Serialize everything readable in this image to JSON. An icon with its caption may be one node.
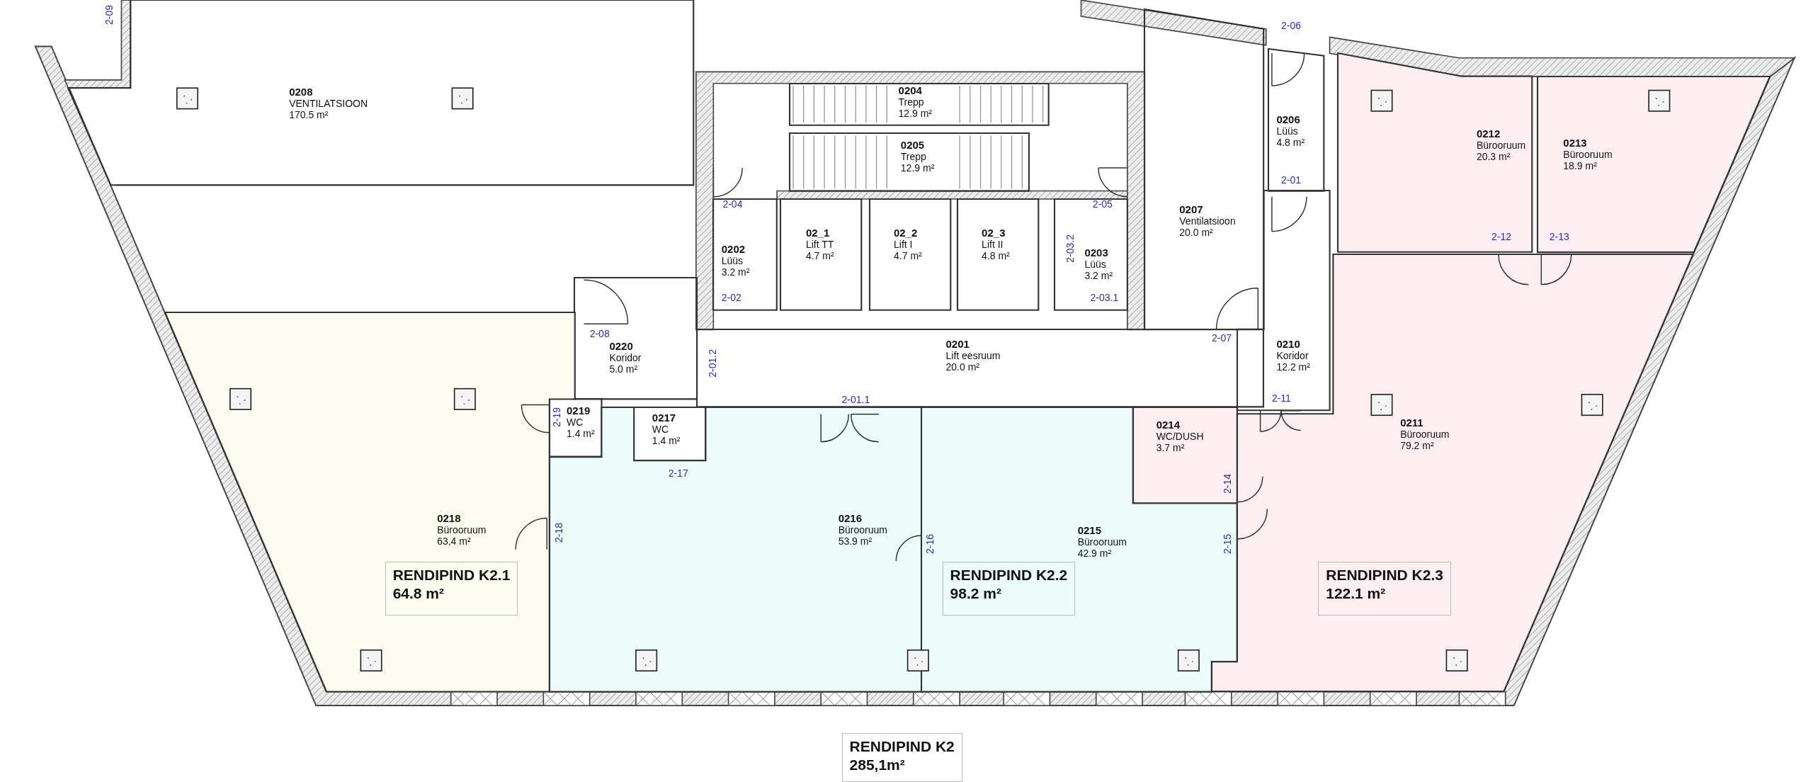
{
  "diagram": {
    "nodes": [
      {
        "text": [
          "0208",
          "VENTILATSIOON",
          "170.5 m²"
        ]
      },
      {
        "text": [
          "0204",
          "Trepp",
          "12.9 m²"
        ]
      },
      {
        "text": [
          "0205",
          "Trepp",
          "12.9 m²"
        ]
      },
      {
        "text": [
          "0206",
          "Lüüs",
          "4.8 m²"
        ]
      },
      {
        "text": [
          "0212",
          "Bürooruum",
          "20.3 m²"
        ]
      },
      {
        "text": [
          "0213",
          "Bürooruum",
          "18.9 m²"
        ]
      },
      {
        "text": [
          "0202",
          "Lüüs",
          "3.2 m²"
        ]
      },
      {
        "text": [
          "02_1",
          "Lift TT",
          "4.7 m²"
        ]
      },
      {
        "text": [
          "02_2",
          "Lift I",
          "4.7 m²"
        ]
      },
      {
        "text": [
          "02_3",
          "Lift II",
          "4.8 m²"
        ]
      },
      {
        "text": [
          "0203",
          "Lüüs",
          "3.2 m²"
        ]
      },
      {
        "text": [
          "0207",
          "Ventilatsioon",
          "20.0 m²"
        ]
      },
      {
        "text": [
          "0220",
          "Koridor",
          "5.0 m²"
        ]
      },
      {
        "text": [
          "0201",
          "Lift eesruum",
          "20.0 m²"
        ]
      },
      {
        "text": [
          "0210",
          "Koridor",
          "12.2 m²"
        ]
      },
      {
        "text": [
          "0219",
          "WC",
          "1.4 m²"
        ]
      },
      {
        "text": [
          "0217",
          "WC",
          "1.4 m²"
        ]
      },
      {
        "text": [
          "0214",
          "WC/DUSH",
          "3.7 m²"
        ]
      },
      {
        "text": [
          "0211",
          "Bürooruum",
          "79.2 m²"
        ]
      },
      {
        "text": [
          "0218",
          "Bürooruum",
          "63,4 m²"
        ]
      },
      {
        "text": [
          "0216",
          "Bürooruum",
          "53.9 m²"
        ]
      },
      {
        "text": [
          "0215",
          "Bürooruum",
          "42.9 m²"
        ]
      },
      {
        "text": [
          "RENDIPIND K2.1",
          "64.8 m²"
        ],
        "in": 19
      },
      {
        "text": [
          "RENDIPIND K2.2",
          "98.2 m²"
        ],
        "in": 21
      },
      {
        "text": [
          "RENDIPIND K2.3",
          "122.1 m²"
        ],
        "in": 18
      },
      {
        "text": [
          "RENDIPIND K2",
          "285,1m²"
        ]
      }
    ],
    "labels": [
      "2-09",
      "2-06",
      "2-01",
      "2-04",
      "2-05",
      "2-03.2",
      "2-12",
      "2-13",
      "2-02",
      "2-03.1",
      "2-08",
      "2-07",
      "2-01.2",
      "2-11",
      "2-19",
      "2-01.1",
      "2-17",
      "2-14",
      "2-18",
      "2-16",
      "2-15"
    ]
  }
}
